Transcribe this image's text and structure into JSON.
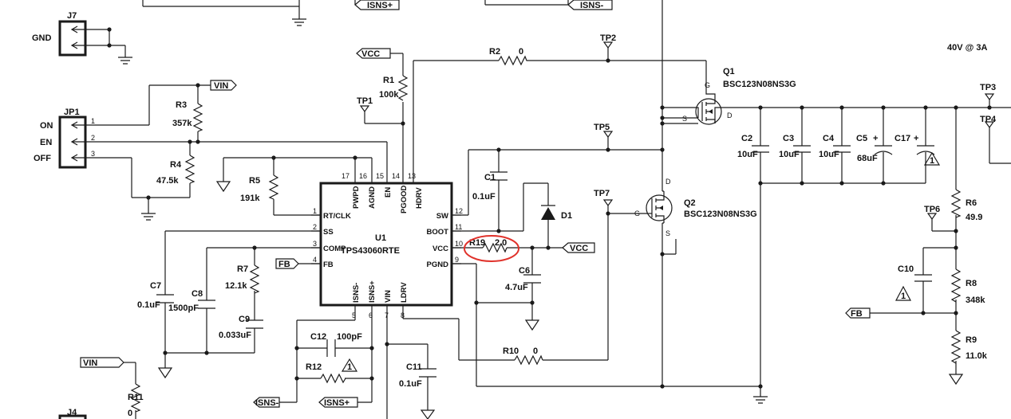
{
  "net_labels": {
    "isns_plus_top": "ISNS+",
    "isns_minus_top": "ISNS-",
    "vcc_top": "VCC",
    "vin_top": "VIN",
    "fb_left": "FB",
    "vcc_right": "VCC",
    "fb_right": "FB",
    "vin_bottom": "VIN",
    "isns_minus_bottom": "ISNS-",
    "isns_plus_bottom": "ISNS+"
  },
  "connectors": {
    "j7": {
      "ref": "J7",
      "pin_label": "GND"
    },
    "jp1": {
      "ref": "JP1",
      "labels": [
        "ON",
        "EN",
        "OFF"
      ],
      "pins": [
        "1",
        "2",
        "3"
      ]
    },
    "j4": {
      "ref": "J4"
    }
  },
  "ic": {
    "ref": "U1",
    "part": "TPS43060RTE",
    "left_pins": [
      {
        "num": "1",
        "name": "RT/CLK"
      },
      {
        "num": "2",
        "name": "SS"
      },
      {
        "num": "3",
        "name": "COMP"
      },
      {
        "num": "4",
        "name": "FB"
      }
    ],
    "right_pins": [
      {
        "num": "12",
        "name": "SW"
      },
      {
        "num": "11",
        "name": "BOOT"
      },
      {
        "num": "10",
        "name": "VCC"
      },
      {
        "num": "9",
        "name": "PGND"
      }
    ],
    "top_pins": [
      {
        "num": "17",
        "name": "PWPD"
      },
      {
        "num": "16",
        "name": "AGND"
      },
      {
        "num": "15",
        "name": "EN"
      },
      {
        "num": "14",
        "name": "PGOOD"
      },
      {
        "num": "13",
        "name": "HDRV"
      }
    ],
    "bottom_pins": [
      {
        "num": "5",
        "name": "ISNS-"
      },
      {
        "num": "6",
        "name": "ISNS+"
      },
      {
        "num": "7",
        "name": "VIN"
      },
      {
        "num": "8",
        "name": "LDRV"
      }
    ]
  },
  "resistors": {
    "r1": {
      "ref": "R1",
      "value": "100k"
    },
    "r2": {
      "ref": "R2",
      "value": "0"
    },
    "r3": {
      "ref": "R3",
      "value": "357k"
    },
    "r4": {
      "ref": "R4",
      "value": "47.5k"
    },
    "r5": {
      "ref": "R5",
      "value": "191k"
    },
    "r6": {
      "ref": "R6",
      "value": "49.9"
    },
    "r7": {
      "ref": "R7",
      "value": "12.1k"
    },
    "r8": {
      "ref": "R8",
      "value": "348k"
    },
    "r9": {
      "ref": "R9",
      "value": "11.0k"
    },
    "r10": {
      "ref": "R10",
      "value": "0"
    },
    "r11": {
      "ref": "R11",
      "value": "0"
    },
    "r12": {
      "ref": "R12",
      "value": ""
    },
    "r19": {
      "ref": "R19",
      "value": "2.0"
    }
  },
  "capacitors": {
    "c1": {
      "ref": "C1",
      "value": "0.1uF"
    },
    "c2": {
      "ref": "C2",
      "value": "10uF"
    },
    "c3": {
      "ref": "C3",
      "value": "10uF"
    },
    "c4": {
      "ref": "C4",
      "value": "10uF"
    },
    "c5": {
      "ref": "C5",
      "plus": "+",
      "value": "68uF"
    },
    "c6": {
      "ref": "C6",
      "value": "4.7uF"
    },
    "c7": {
      "ref": "C7",
      "value": "0.1uF"
    },
    "c8": {
      "ref": "C8",
      "value": "1500pF"
    },
    "c9": {
      "ref": "C9",
      "value": "0.033uF"
    },
    "c10": {
      "ref": "C10",
      "value": ""
    },
    "c11": {
      "ref": "C11",
      "value": "0.1uF"
    },
    "c12": {
      "ref": "C12",
      "value": "100pF"
    },
    "c17": {
      "ref": "C17",
      "plus": "+",
      "value": ""
    }
  },
  "transistors": {
    "q1": {
      "ref": "Q1",
      "part": "BSC123N08NS3G",
      "g": "G",
      "d": "D",
      "s": "S"
    },
    "q2": {
      "ref": "Q2",
      "part": "BSC123N08NS3G",
      "g": "G",
      "d": "D",
      "s": "S"
    }
  },
  "diode": {
    "ref": "D1"
  },
  "testpoints": [
    "TP1",
    "TP2",
    "TP3",
    "TP4",
    "TP5",
    "TP6",
    "TP7"
  ],
  "output_rating": "40V @ 3A",
  "notes": {
    "note_marker": "1"
  },
  "annotation": {
    "circle_color": "#e0322b"
  }
}
